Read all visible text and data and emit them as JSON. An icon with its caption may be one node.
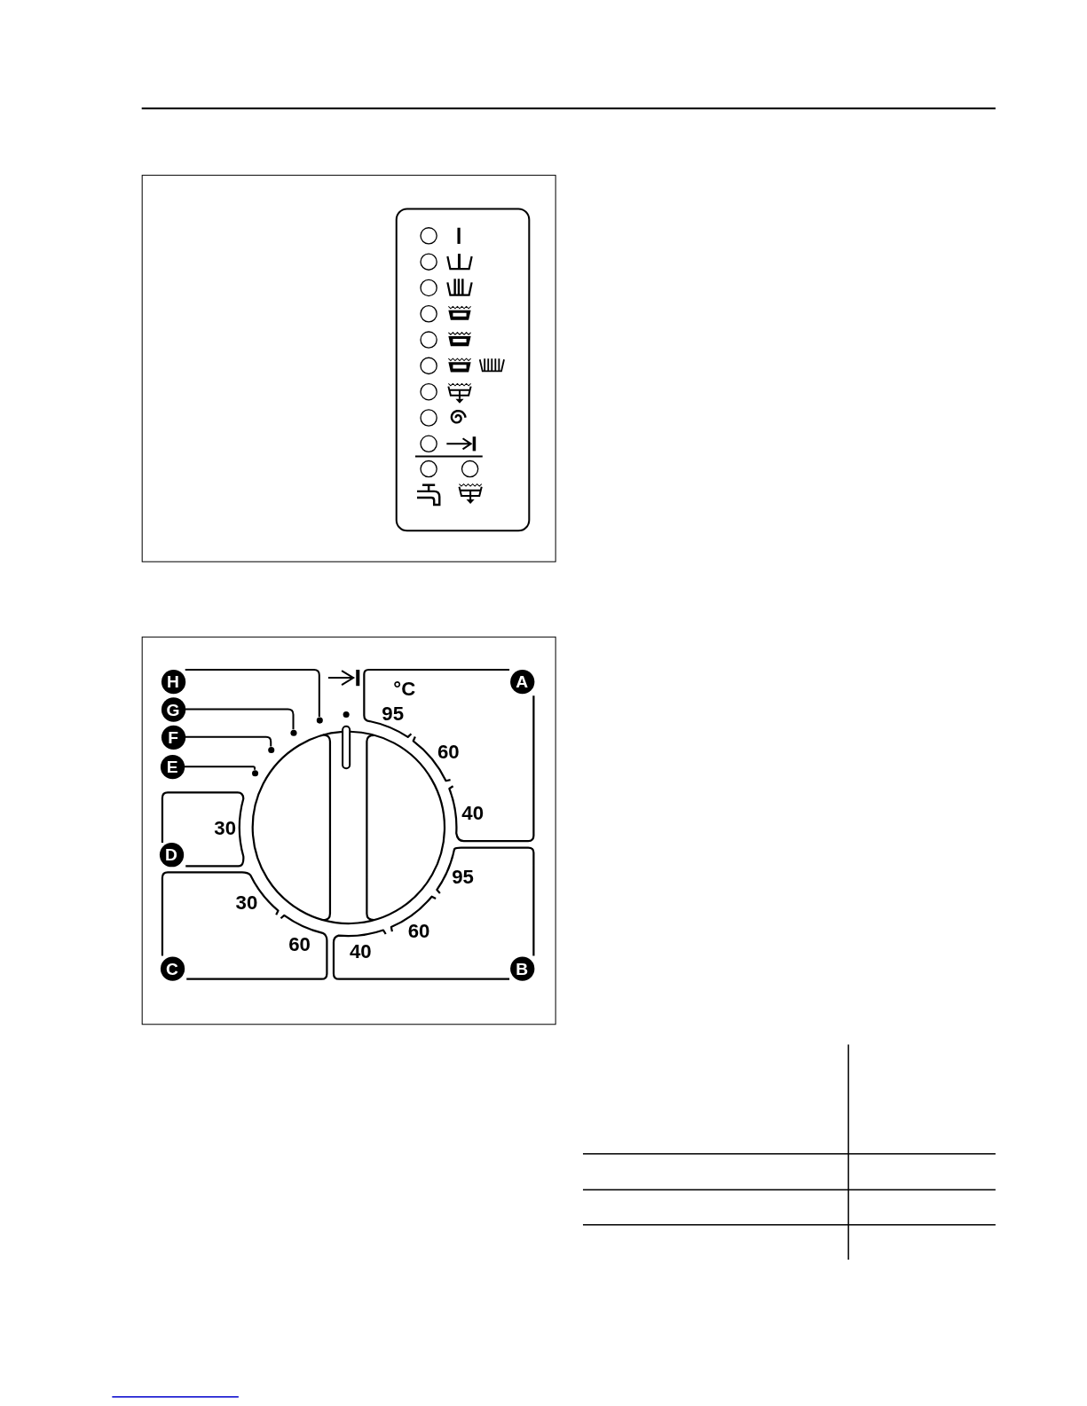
{
  "diagram": {
    "nodes": [
      {
        "text": [
          "H"
        ]
      },
      {
        "text": [
          "A"
        ]
      },
      {
        "text": [
          "G"
        ]
      },
      {
        "text": [
          "F"
        ]
      },
      {
        "text": [
          "E"
        ]
      },
      {
        "text": [
          "D"
        ]
      },
      {
        "text": [
          "C"
        ]
      },
      {
        "text": [
          "B"
        ]
      },
      {
        "text": [],
        "shape": "circle"
      },
      {
        "text": [],
        "shape": "circle"
      },
      {
        "text": [],
        "shape": "circle"
      },
      {
        "text": [],
        "shape": "circle"
      }
    ],
    "edges": [
      {
        "from": 0,
        "to": 8,
        "arrow": "none"
      },
      {
        "from": 2,
        "to": 9,
        "arrow": "none"
      },
      {
        "from": 3,
        "to": 10,
        "arrow": "none"
      },
      {
        "from": 4,
        "to": 11,
        "arrow": "none"
      }
    ],
    "labels": [
      "°C",
      "95",
      "60",
      "40",
      "30",
      "95",
      "30",
      "60",
      "60",
      "40"
    ]
  }
}
